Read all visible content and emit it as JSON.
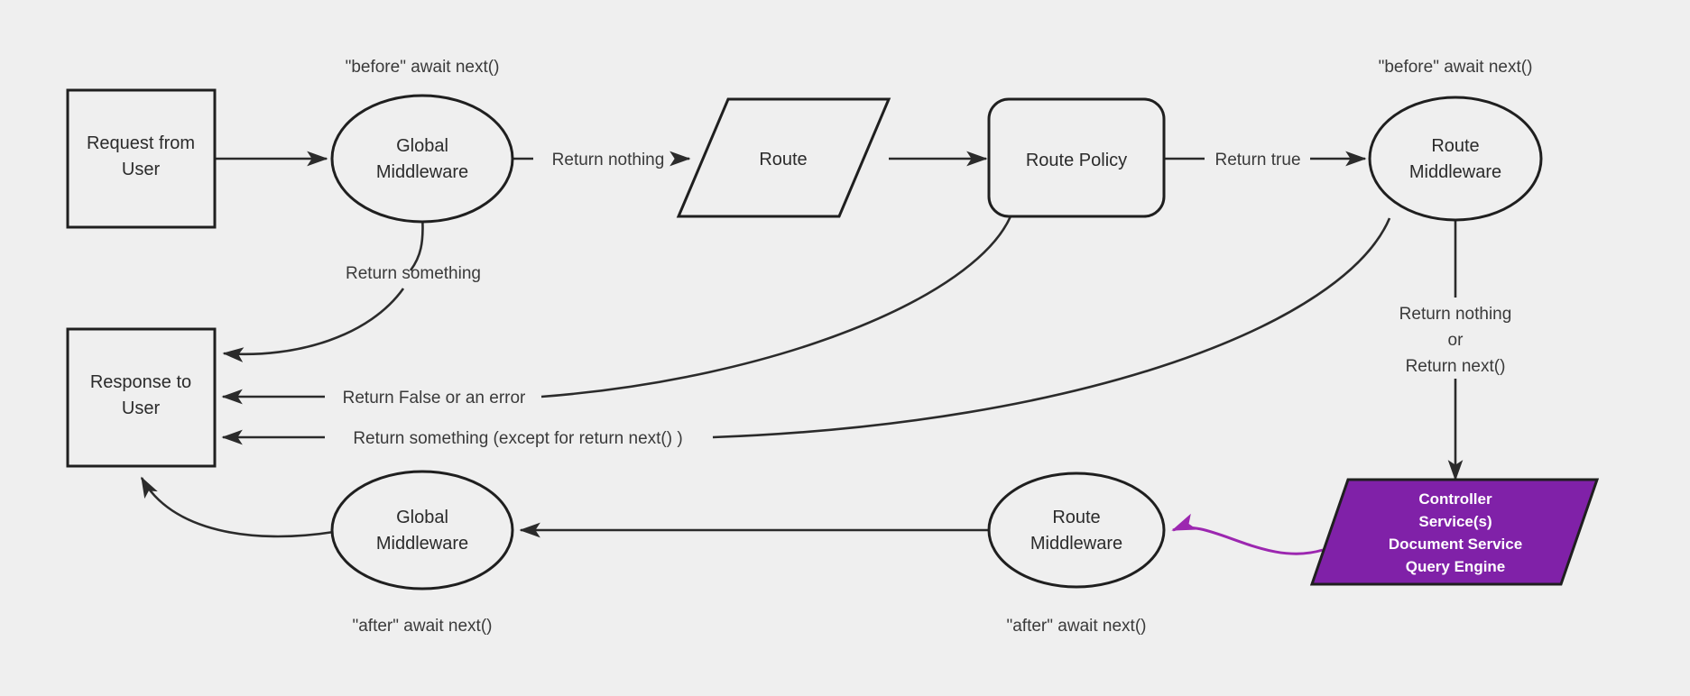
{
  "diagram": {
    "title": "Request lifecycle middleware flow",
    "background_color": "#efefef",
    "stroke_color": "#1f1f1f",
    "accent_color": "#8021a8",
    "purple_arrow_color": "#9c27b0"
  },
  "nodes": {
    "request_from_user": {
      "line1": "Request from",
      "line2": "User",
      "shape": "rectangle"
    },
    "global_middleware_top": {
      "line1": "Global",
      "line2": "Middleware",
      "shape": "ellipse"
    },
    "route": {
      "line1": "Route",
      "shape": "parallelogram"
    },
    "route_policy": {
      "line1": "Route Policy",
      "shape": "rounded-rectangle"
    },
    "route_middleware_top": {
      "line1": "Route",
      "line2": "Middleware",
      "shape": "ellipse"
    },
    "controller_services": {
      "line1": "Controller",
      "line2": "Service(s)",
      "line3": "Document Service",
      "line4": "Query Engine",
      "shape": "parallelogram",
      "fill": "#8021a8"
    },
    "route_middleware_bottom": {
      "line1": "Route",
      "line2": "Middleware",
      "shape": "ellipse"
    },
    "global_middleware_bottom": {
      "line1": "Global",
      "line2": "Middleware",
      "shape": "ellipse"
    },
    "response_to_user": {
      "line1": "Response to",
      "line2": "User",
      "shape": "rectangle"
    }
  },
  "annotations": {
    "before_await_next_global": "\"before\" await next()",
    "before_await_next_route": "\"before\" await next()",
    "after_await_next_global": "\"after\" await next()",
    "after_await_next_route": "\"after\" await next()"
  },
  "edge_labels": {
    "return_nothing": "Return nothing",
    "return_true": "Return true",
    "return_something": "Return something",
    "return_false_or_error": "Return False or an error",
    "return_something_except_next": "Return something (except for return next() )",
    "return_nothing_or_next_line1": "Return nothing",
    "return_nothing_or_next_line2": "or",
    "return_nothing_or_next_line3": "Return next()"
  }
}
